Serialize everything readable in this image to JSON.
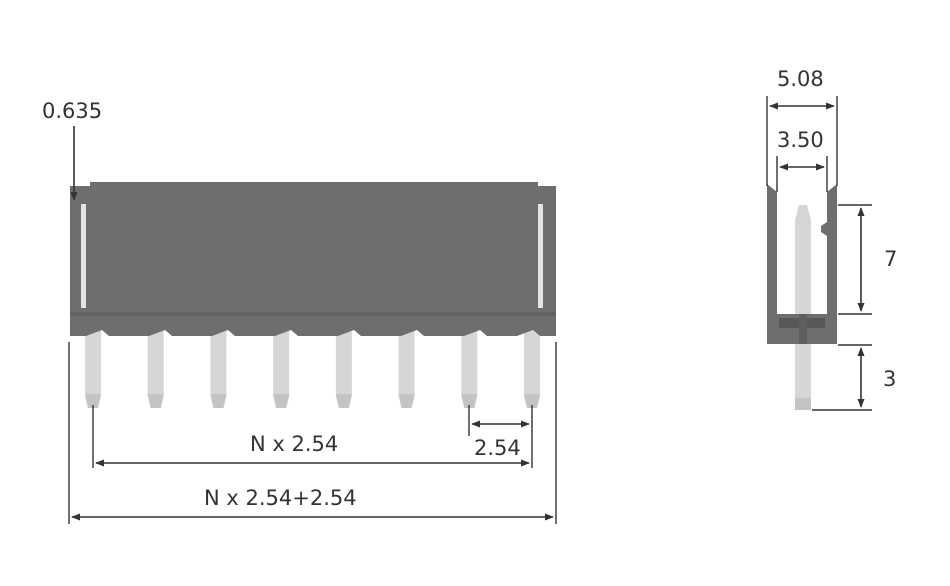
{
  "diagram": {
    "front_view": {
      "pin_count": 8,
      "labels": {
        "edge_offset": "0.635",
        "pitch": "2.54",
        "pin_span": "N x 2.54",
        "overall_length": "N x 2.54+2.54"
      }
    },
    "side_view": {
      "labels": {
        "outer_width": "5.08",
        "inner_width": "3.50",
        "body_height": "7",
        "pin_length": "3"
      }
    },
    "colors": {
      "body": "#6e6e70",
      "body_dark": "#5a5a5c",
      "pin": "#d6d6d6",
      "pin_tip": "#c4c4c4",
      "slot": "#e4e4e4",
      "dimension": "#333333"
    }
  }
}
